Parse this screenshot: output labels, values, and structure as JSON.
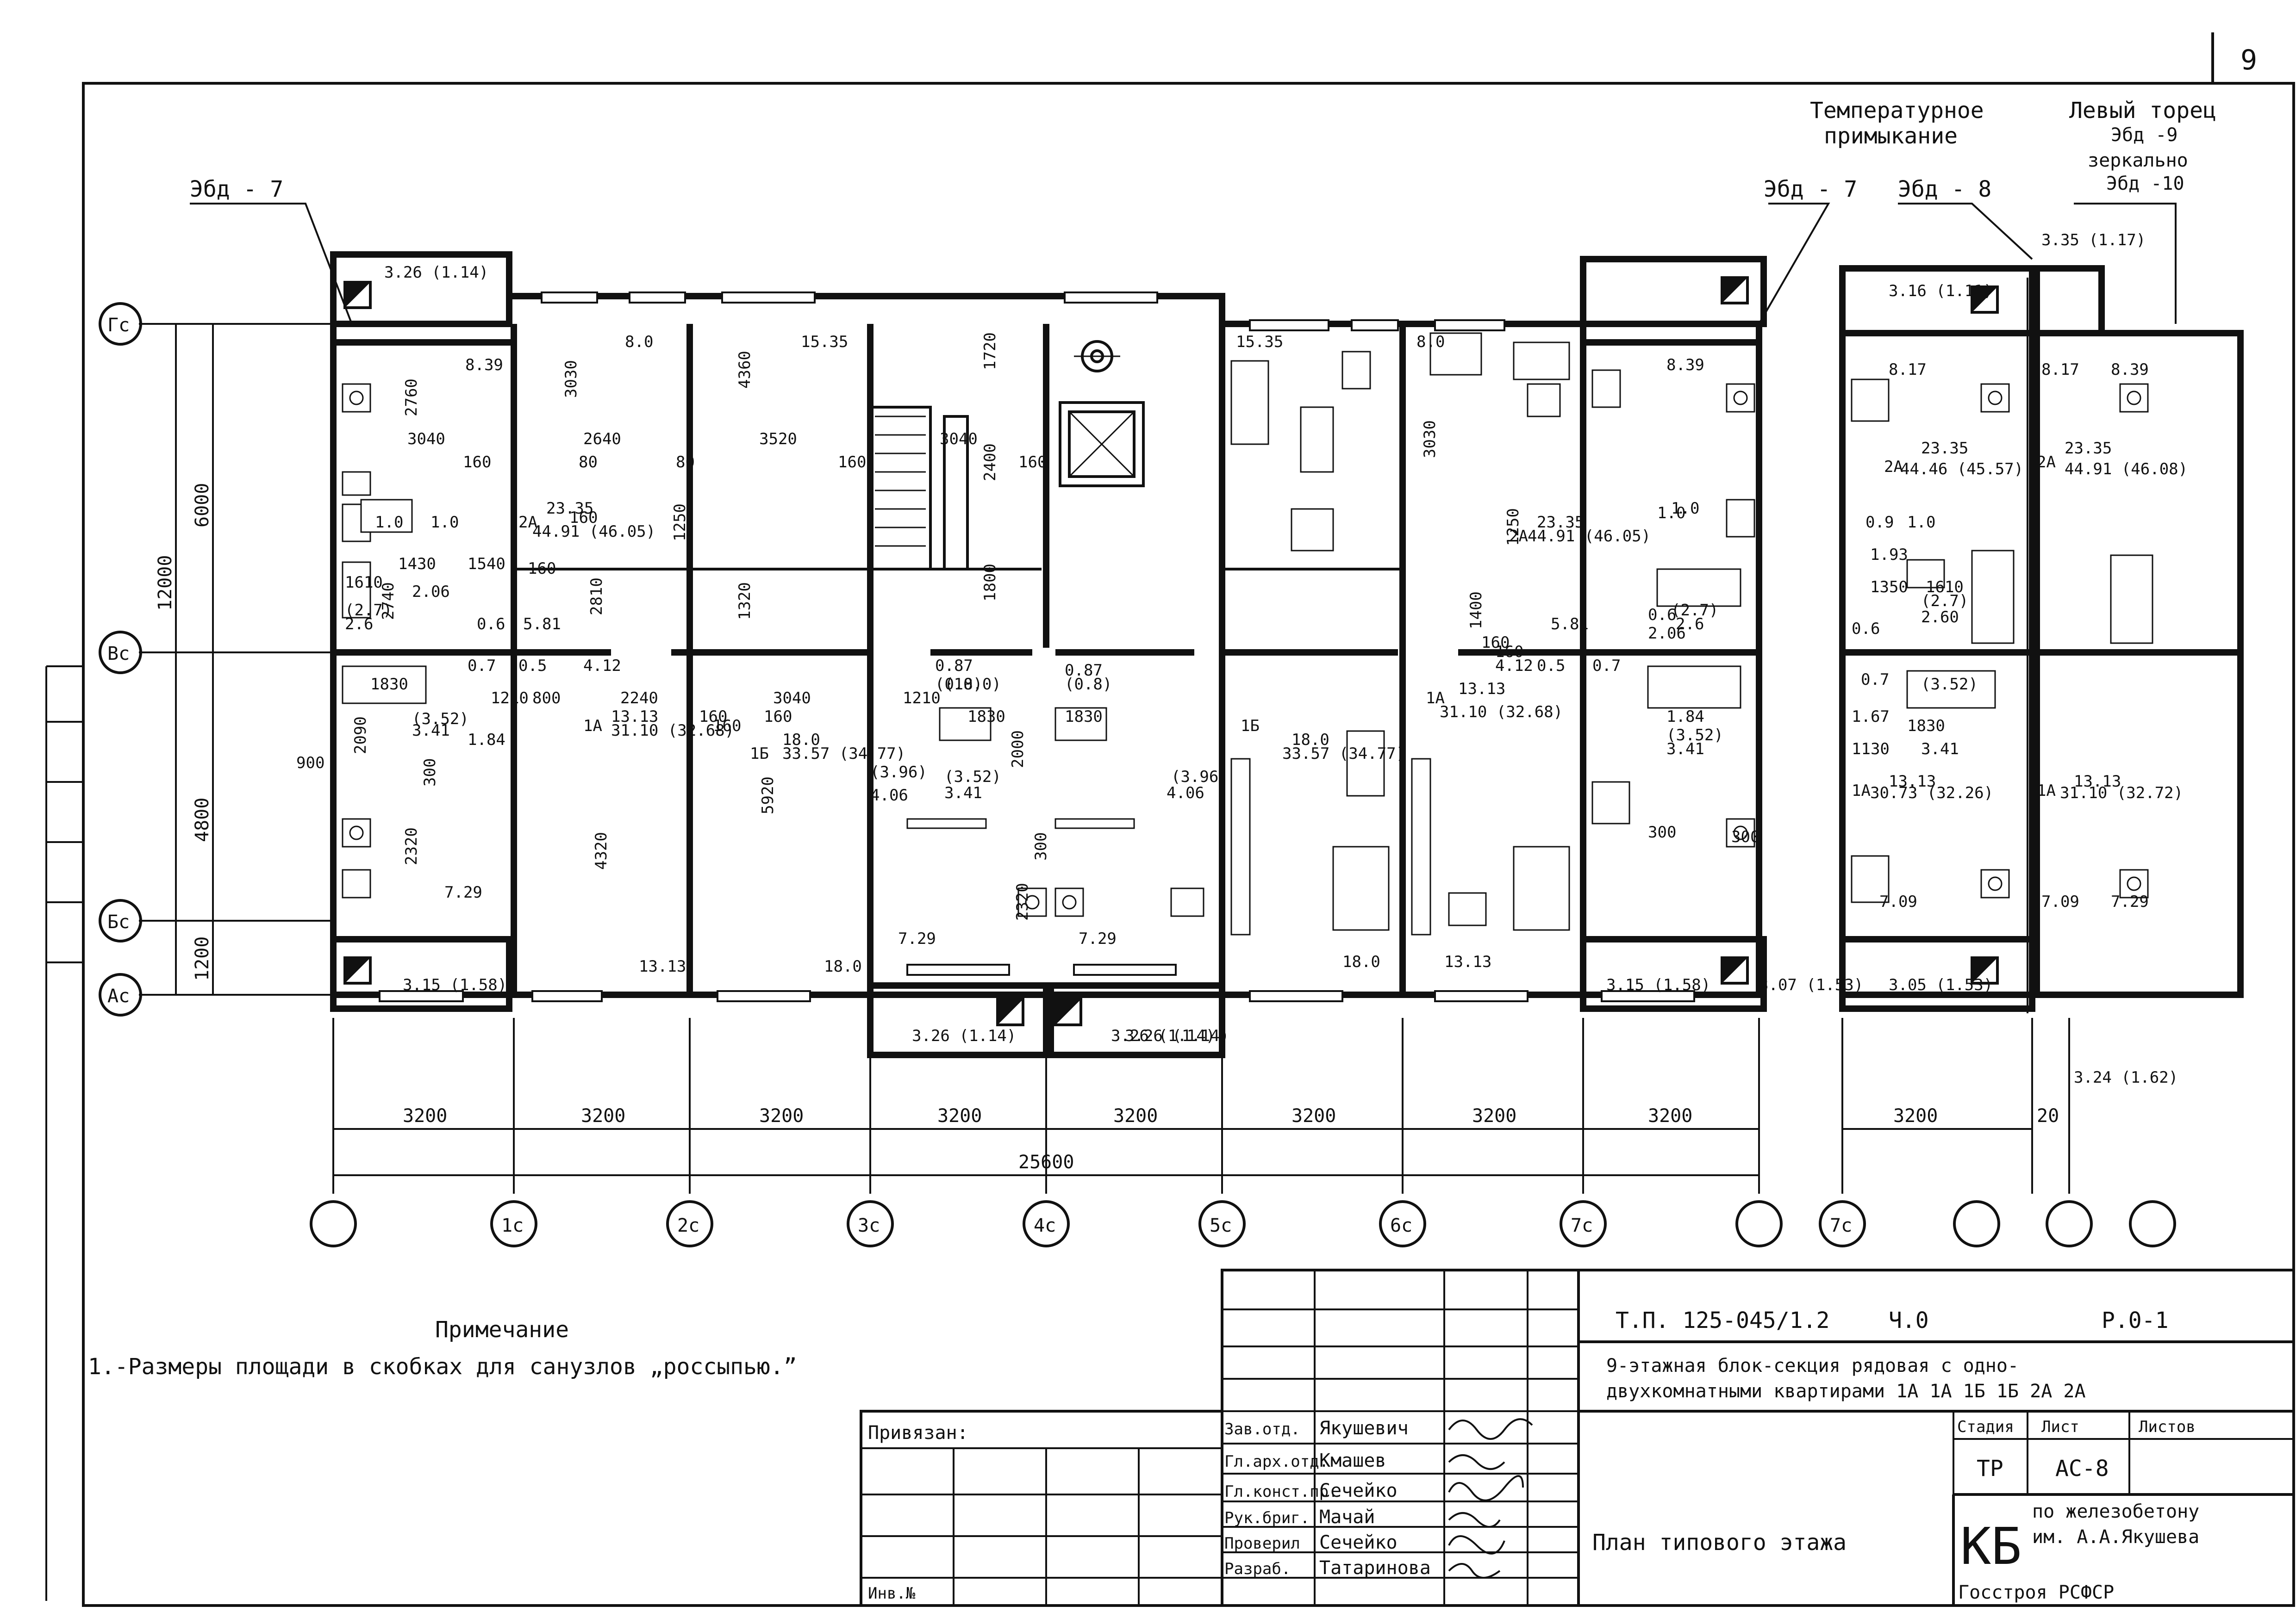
{
  "sheet_number": "9",
  "top_labels": {
    "temperature_junction_line1": "Температурное",
    "temperature_junction_line2": "примыкание",
    "left_end_line1": "Левый торец",
    "left_end_mark": "Эбд -9",
    "mirror_label": "зеркально",
    "mirror_mark": "Эбд -10",
    "mark_left": "Эбд - 7",
    "mark_right_7": "Эбд - 7",
    "mark_right_8": "Эбд - 8"
  },
  "row_axes": [
    "Гс",
    "Вс",
    "Бс",
    "Ас"
  ],
  "column_axes": [
    "",
    "1с",
    "2с",
    "3с",
    "4с",
    "5с",
    "6с",
    "7с",
    "",
    "7с",
    "",
    "",
    ""
  ],
  "vertical_dims": [
    "12000",
    "6000",
    "4800",
    "1200"
  ],
  "horizontal_dims": [
    "3200",
    "3200",
    "3200",
    "3200",
    "3200",
    "3200",
    "3200",
    "3200",
    "3200",
    "20"
  ],
  "total_dim": "25600",
  "room_labels": [
    {
      "t": "3.26 (1.14)"
    },
    {
      "t": "8.39"
    },
    {
      "t": "8.0"
    },
    {
      "t": "15.35"
    },
    {
      "t": "3040"
    },
    {
      "t": "2640"
    },
    {
      "t": "3520"
    },
    {
      "t": "2760"
    },
    {
      "t": "3030"
    },
    {
      "t": "4360"
    },
    {
      "t": "1720"
    },
    {
      "t": "3040"
    },
    {
      "t": "2400"
    },
    {
      "t": "160"
    },
    {
      "t": "160"
    },
    {
      "t": "160"
    },
    {
      "t": "80"
    },
    {
      "t": "80"
    },
    {
      "t": "2A"
    },
    {
      "t": "23.35"
    },
    {
      "t": "44.91 (46.05)"
    },
    {
      "t": "1250"
    },
    {
      "t": "1.0"
    },
    {
      "t": "1.0"
    },
    {
      "t": "1430"
    },
    {
      "t": "1540"
    },
    {
      "t": "160"
    },
    {
      "t": "1610"
    },
    {
      "t": "(2.7)"
    },
    {
      "t": "2.6"
    },
    {
      "t": "2740"
    },
    {
      "t": "2.06"
    },
    {
      "t": "0.6"
    },
    {
      "t": "5.81"
    },
    {
      "t": "2810"
    },
    {
      "t": "4.12"
    },
    {
      "t": "1320"
    },
    {
      "t": "1800"
    },
    {
      "t": "0.7"
    },
    {
      "t": "0.5"
    },
    {
      "t": "1830"
    },
    {
      "t": "1210"
    },
    {
      "t": "800"
    },
    {
      "t": "2240"
    },
    {
      "t": "3040"
    },
    {
      "t": "1210"
    },
    {
      "t": "(3.52)"
    },
    {
      "t": "3.41"
    },
    {
      "t": "1.84"
    },
    {
      "t": "1А"
    },
    {
      "t": "13.13"
    },
    {
      "t": "31.10 (32.68)"
    },
    {
      "t": "1Б"
    },
    {
      "t": "18.0"
    },
    {
      "t": "33.57 (34.77)"
    },
    {
      "t": "0.87"
    },
    {
      "t": "(0.8)"
    },
    {
      "t": "(10.0)"
    },
    {
      "t": "(3.96)"
    },
    {
      "t": "4.06"
    },
    {
      "t": "(3.52)"
    },
    {
      "t": "3.41"
    },
    {
      "t": "900"
    },
    {
      "t": "2320"
    },
    {
      "t": "300"
    },
    {
      "t": "4320"
    },
    {
      "t": "5920"
    },
    {
      "t": "7.29"
    },
    {
      "t": "13.13"
    },
    {
      "t": "18.0"
    },
    {
      "t": "3.15 (1.58)"
    },
    {
      "t": "3.26 (1.14)"
    },
    {
      "t": "3.26 (1.14)"
    },
    {
      "t": "7.29"
    },
    {
      "t": "7.29"
    },
    {
      "t": "18.0"
    },
    {
      "t": "13.13"
    },
    {
      "t": "3.15 (1.58)"
    },
    {
      "t": "3.07 (1.53)"
    },
    {
      "t": "3.16 (1.11)"
    },
    {
      "t": "8.17"
    },
    {
      "t": "8.17"
    },
    {
      "t": "8.39"
    },
    {
      "t": "3.35 (1.17)"
    },
    {
      "t": "2A"
    },
    {
      "t": "23.35"
    },
    {
      "t": "44.46 (45.57)"
    },
    {
      "t": "2A"
    },
    {
      "t": "23.35"
    },
    {
      "t": "44.91 (46.08)"
    },
    {
      "t": "0.9"
    },
    {
      "t": "1.0"
    },
    {
      "t": "1.93"
    },
    {
      "t": "1350"
    },
    {
      "t": "1610"
    },
    {
      "t": "(2.7)"
    },
    {
      "t": "2.60"
    },
    {
      "t": "0.6"
    },
    {
      "t": "0.7"
    },
    {
      "t": "(3.52)"
    },
    {
      "t": "1.67"
    },
    {
      "t": "1830"
    },
    {
      "t": "1130"
    },
    {
      "t": "3.41"
    },
    {
      "t": "1А"
    },
    {
      "t": "13.13"
    },
    {
      "t": "30.73 (32.26)"
    },
    {
      "t": "1А"
    },
    {
      "t": "13.13"
    },
    {
      "t": "31.10 (32.72)"
    },
    {
      "t": "7.09"
    },
    {
      "t": "7.09"
    },
    {
      "t": "7.29"
    },
    {
      "t": "3.05 (1.53)"
    },
    {
      "t": "3.24 (1.62)"
    },
    {
      "t": "1.84"
    },
    {
      "t": "4.12"
    },
    {
      "t": "0.5"
    },
    {
      "t": "0.7"
    },
    {
      "t": "2.06"
    },
    {
      "t": "5.81"
    },
    {
      "t": "0.6"
    },
    {
      "t": "1400"
    },
    {
      "t": "2A"
    },
    {
      "t": "23.35"
    },
    {
      "t": "44.91 (46.05)"
    },
    {
      "t": "1А"
    },
    {
      "t": "13.13"
    },
    {
      "t": "31.10 (32.68)"
    },
    {
      "t": "1Б"
    },
    {
      "t": "18.0"
    },
    {
      "t": "33.57 (34.77)"
    },
    {
      "t": "(3.52)"
    },
    {
      "t": "3.41"
    },
    {
      "t": "(3.96)"
    },
    {
      "t": "4.06"
    },
    {
      "t": "0.87"
    },
    {
      "t": "(0.8)"
    },
    {
      "t": "2000"
    },
    {
      "t": "2320"
    },
    {
      "t": "300"
    },
    {
      "t": "3.26 (1.14)"
    },
    {
      "t": "15.35"
    },
    {
      "t": "8.0"
    },
    {
      "t": "8.39"
    },
    {
      "t": "1.0"
    },
    {
      "t": "1.0"
    },
    {
      "t": "(2.7)"
    },
    {
      "t": "2.6"
    },
    {
      "t": "3030"
    },
    {
      "t": "1250"
    },
    {
      "t": "160"
    },
    {
      "t": "300"
    },
    {
      "t": "160"
    },
    {
      "t": "160"
    },
    {
      "t": "1830"
    },
    {
      "t": "1830"
    },
    {
      "t": "160"
    },
    {
      "t": "160"
    },
    {
      "t": "160"
    },
    {
      "t": "300"
    },
    {
      "t": "2090"
    }
  ],
  "note": {
    "title": "Примечание",
    "text": "1.-Размеры площади в скобках для санузлов „россыпью.”"
  },
  "stamp": {
    "bound_label": "Привязан:",
    "inv_label": "Инв.№",
    "code": "Т.П. 125-045/1.2",
    "part": "Ч.0",
    "section": "Р.0-1",
    "title_line1": "9-этажная блок-секция рядовая с одно-",
    "title_line2": "двухкомнатными квартирами 1А 1А 1Б 1Б 2А 2А",
    "headers": [
      "Стадия",
      "Лист",
      "Листов"
    ],
    "values": [
      "ТР",
      "АС-8",
      ""
    ],
    "sheet_title": "План типового этажа",
    "org_logo": "КБ",
    "org_line1": "по железобетону",
    "org_line2": "им. А.А.Якушева",
    "org_line3": "Госстроя РСФСР",
    "roles": [
      {
        "role": "Зав.отд.",
        "name": "Якушевич"
      },
      {
        "role": "Гл.арх.отд.",
        "name": "Кмашев"
      },
      {
        "role": "Гл.конст.пр.",
        "name": "Сечейко"
      },
      {
        "role": "Рук.бриг.",
        "name": "Мачай"
      },
      {
        "role": "Проверил",
        "name": "Сечейко"
      },
      {
        "role": "Разраб.",
        "name": "Татаринова"
      }
    ]
  }
}
